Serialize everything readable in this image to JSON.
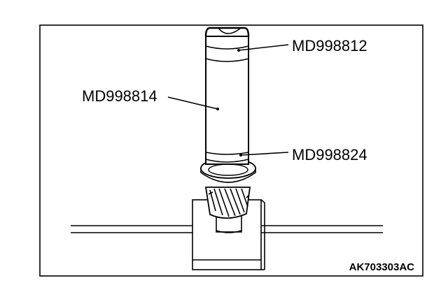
{
  "labels": {
    "top_tool": "MD998812",
    "shaft_tool": "MD998814",
    "collar_tool": "MD998824"
  },
  "figure_code": "AK703303AC",
  "colors": {
    "line": "#000000",
    "background": "#ffffff"
  }
}
